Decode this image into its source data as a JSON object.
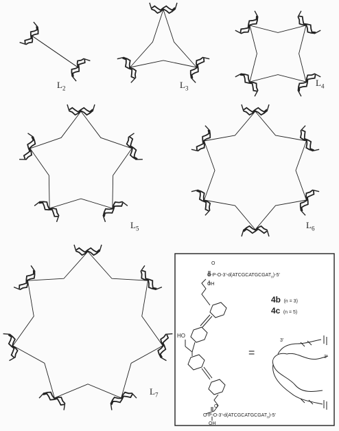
{
  "figure": {
    "macrocycles": [
      {
        "label_main": "L",
        "label_sub": "2",
        "units": 2
      },
      {
        "label_main": "L",
        "label_sub": "3",
        "units": 3
      },
      {
        "label_main": "L",
        "label_sub": "4",
        "units": 4
      },
      {
        "label_main": "L",
        "label_sub": "5",
        "units": 5
      },
      {
        "label_main": "L",
        "label_sub": "6",
        "units": 6
      },
      {
        "label_main": "L",
        "label_sub": "7",
        "units": 7
      }
    ],
    "inset": {
      "top_chain": "O-P-O-3'-d(ATCGCATGCGAT",
      "top_chain_sub": "n",
      "top_chain_end": ")-5'",
      "bottom_chain": "O-P-O-3'-d(ATCGCATGCGAT",
      "bottom_chain_sub": "n",
      "bottom_chain_end": ")-5'",
      "top_oxo": "O",
      "top_oh": "OH",
      "bottom_oxo": "O",
      "bottom_oh": "OH",
      "ho_label": "HO",
      "compound_4b": "4b",
      "compound_4b_cond": "(n = 3)",
      "compound_4c": "4c",
      "compound_4c_cond": "(n = 5)",
      "equals": "=",
      "end_3prime_a": "3'",
      "end_3prime_b": "3'"
    },
    "colors": {
      "ink": "#222222",
      "background": "#fbfbfb"
    }
  }
}
